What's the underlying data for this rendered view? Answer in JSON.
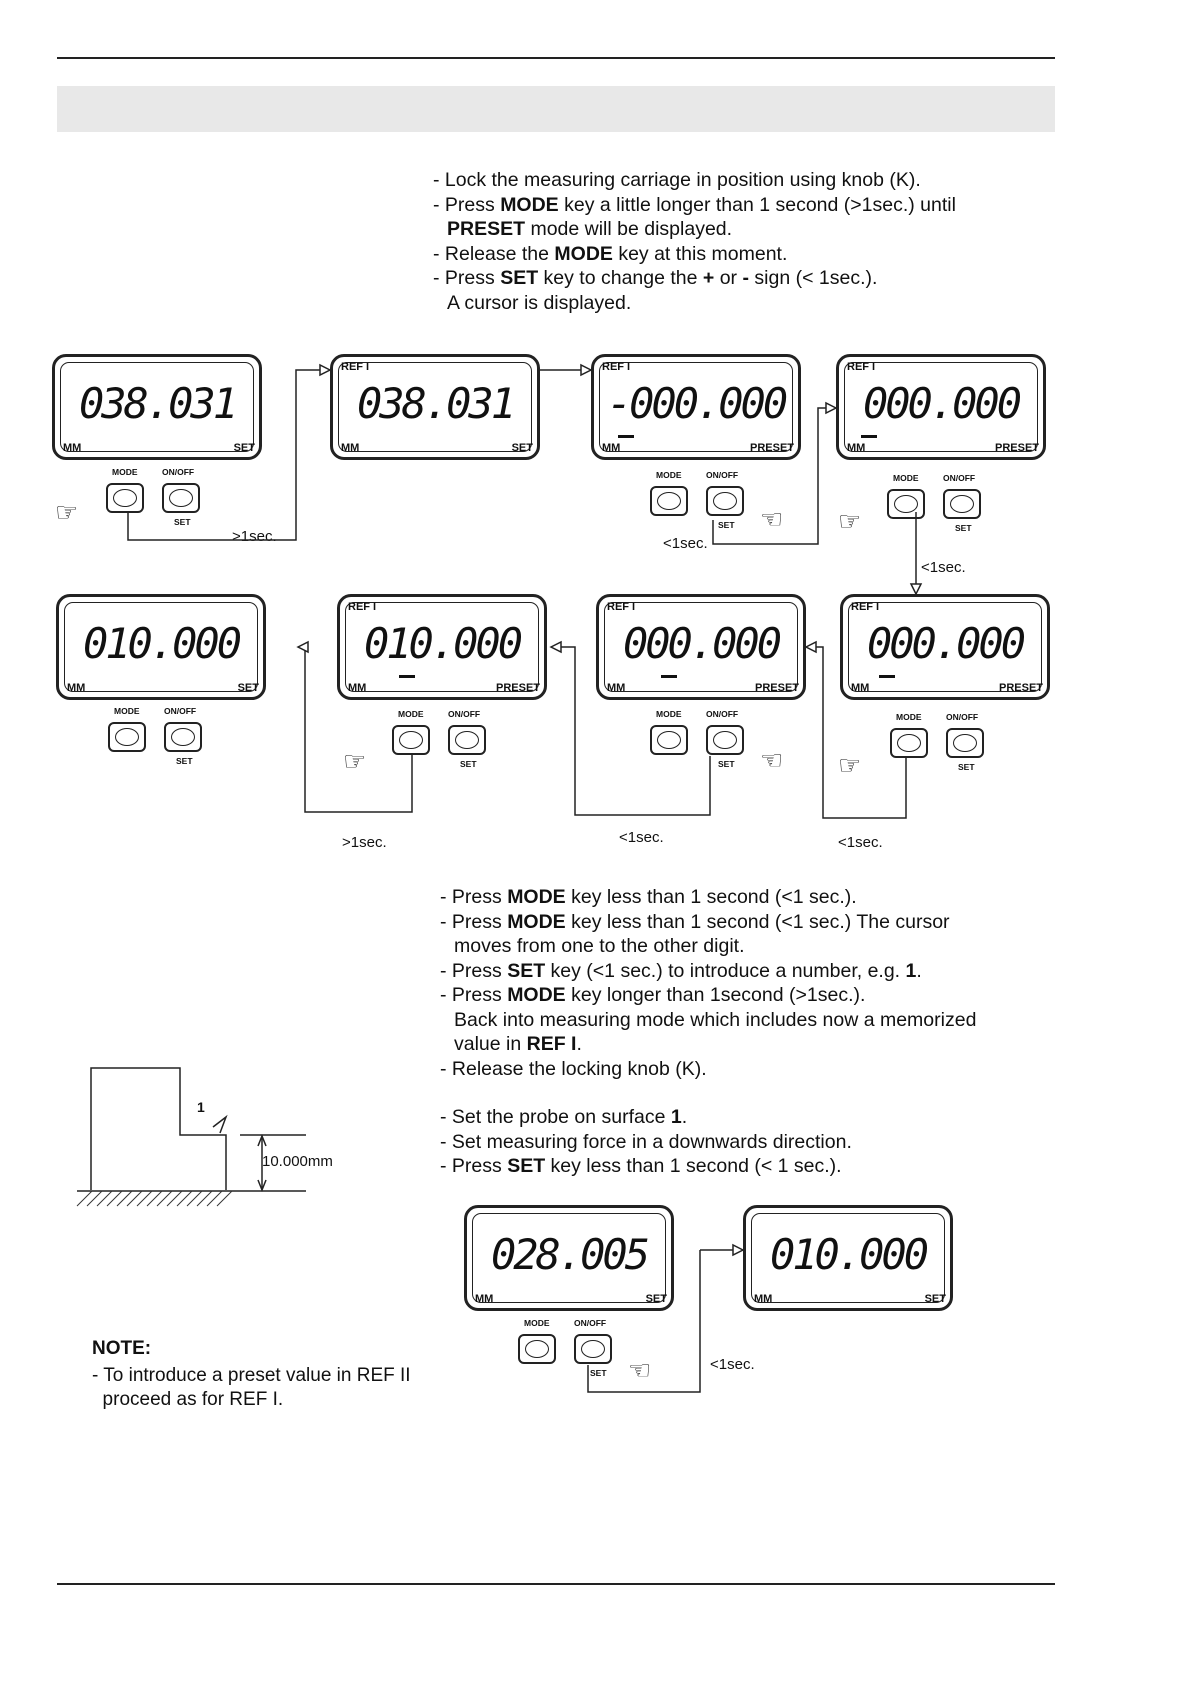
{
  "instructions_top": [
    {
      "parts": [
        {
          "t": "- Lock the measuring carriage in position using knob (K)."
        }
      ]
    },
    {
      "parts": [
        {
          "t": "- Press "
        },
        {
          "b": "MODE"
        },
        {
          "t": " key a little longer than 1 second (>1sec.) until"
        }
      ]
    },
    {
      "cont": true,
      "parts": [
        {
          "b": "PRESET"
        },
        {
          "t": " mode will be displayed."
        }
      ]
    },
    {
      "parts": [
        {
          "t": "- Release the "
        },
        {
          "b": "MODE"
        },
        {
          "t": " key at this moment."
        }
      ]
    },
    {
      "parts": [
        {
          "t": "- Press "
        },
        {
          "b": "SET"
        },
        {
          "t": " key to change the "
        },
        {
          "b": "+"
        },
        {
          "t": " or "
        },
        {
          "b": "-"
        },
        {
          "t": " sign (< 1sec.)."
        }
      ]
    },
    {
      "cont": true,
      "parts": [
        {
          "t": "A cursor is displayed."
        }
      ]
    }
  ],
  "instructions_middle": [
    {
      "parts": [
        {
          "t": "- Press "
        },
        {
          "b": "MODE"
        },
        {
          "t": " key less than 1 second (<1 sec.)."
        }
      ]
    },
    {
      "parts": [
        {
          "t": "- Press "
        },
        {
          "b": "MODE"
        },
        {
          "t": " key less than 1 second (<1 sec.) The cursor"
        }
      ]
    },
    {
      "cont": true,
      "parts": [
        {
          "t": "moves from one to the other digit."
        }
      ]
    },
    {
      "parts": [
        {
          "t": "- Press "
        },
        {
          "b": "SET"
        },
        {
          "t": " key (<1 sec.) to introduce a number, e.g. "
        },
        {
          "b": "1"
        },
        {
          "t": "."
        }
      ]
    },
    {
      "parts": [
        {
          "t": "- Press "
        },
        {
          "b": "MODE"
        },
        {
          "t": " key longer than 1second (>1sec.)."
        }
      ]
    },
    {
      "cont": true,
      "parts": [
        {
          "t": "Back into measuring mode which includes now a memorized"
        }
      ]
    },
    {
      "cont": true,
      "parts": [
        {
          "t": "value in "
        },
        {
          "b": "REF I"
        },
        {
          "t": "."
        }
      ]
    },
    {
      "parts": [
        {
          "t": "- Release the locking knob (K)."
        }
      ]
    }
  ],
  "instructions_bottom": [
    {
      "parts": [
        {
          "t": "- Set the probe on surface "
        },
        {
          "b": "1"
        },
        {
          "t": "."
        }
      ]
    },
    {
      "parts": [
        {
          "t": "- Set measuring force in a downwards direction."
        }
      ]
    },
    {
      "parts": [
        {
          "t": "- Press "
        },
        {
          "b": "SET"
        },
        {
          "t": " key less than 1 second (< 1 sec.)."
        }
      ]
    }
  ],
  "displays": [
    {
      "ref": "",
      "value": "038.031",
      "unit": "MM",
      "mode": "SET"
    },
    {
      "ref": "REF I",
      "value": "038.031",
      "unit": "MM",
      "mode": "SET"
    },
    {
      "ref": "REF I",
      "value": "-000.000",
      "unit": "MM",
      "mode": "PRESET"
    },
    {
      "ref": "REF I",
      "value": "000.000",
      "unit": "MM",
      "mode": "PRESET"
    },
    {
      "ref": "",
      "value": "010.000",
      "unit": "MM",
      "mode": "SET"
    },
    {
      "ref": "REF I",
      "value": "010.000",
      "unit": "MM",
      "mode": "PRESET"
    },
    {
      "ref": "REF I",
      "value": "000.000",
      "unit": "MM",
      "mode": "PRESET"
    },
    {
      "ref": "REF I",
      "value": "000.000",
      "unit": "MM",
      "mode": "PRESET"
    },
    {
      "ref": "",
      "value": "028.005",
      "unit": "MM",
      "mode": "SET"
    },
    {
      "ref": "",
      "value": "010.000",
      "unit": "MM",
      "mode": "SET"
    }
  ],
  "keys": {
    "mode": "MODE",
    "onoff": "ON/OFF",
    "set": "SET"
  },
  "timing": {
    "t1": ">1sec.",
    "t2": "<1sec.",
    "t3": "<1sec.",
    "t4": ">1sec.",
    "t5": "<1sec.",
    "t6": "<1sec.",
    "t7": "<1sec."
  },
  "figure": {
    "dimension": "10.000mm",
    "surface_label": "1"
  },
  "note": {
    "title": "NOTE:",
    "lines": [
      "- To introduce a preset value in REF II",
      "  proceed as for REF I."
    ]
  }
}
